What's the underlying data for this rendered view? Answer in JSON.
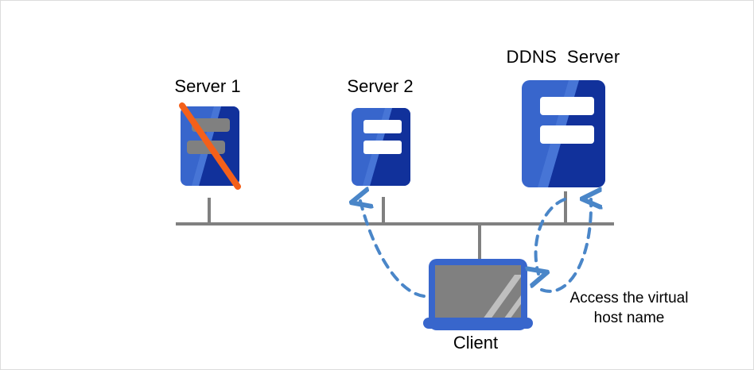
{
  "diagram": {
    "type": "network-topology",
    "title": "",
    "background_color": "#ffffff",
    "border_color": "#dcdcdc",
    "palette": {
      "server_blue_light": "#3866cc",
      "server_blue_dark": "#11319b",
      "disabled_gray": "#808080",
      "strike_orange": "#f4601a",
      "bus_line_gray": "#808080",
      "arrow_blue": "#4a86c8",
      "screen_gray": "#808080",
      "screen_stripe": "#bfbfbf",
      "text_black": "#000000"
    },
    "nodes": [
      {
        "id": "server1",
        "label": "Server 1",
        "kind": "server-icon",
        "state": "disabled",
        "bar_color": "#808080",
        "has_strikethrough": true,
        "strikethrough_color": "#f4601a"
      },
      {
        "id": "server2",
        "label": "Server 2",
        "kind": "server-icon",
        "state": "active",
        "bar_color": "#ffffff",
        "has_strikethrough": false
      },
      {
        "id": "ddns",
        "label": "DDNS  Server",
        "kind": "server-icon",
        "state": "active",
        "bar_color": "#ffffff",
        "has_strikethrough": false
      },
      {
        "id": "client",
        "label": "Client",
        "kind": "laptop-icon",
        "state": "active"
      }
    ],
    "bus": {
      "label": "",
      "color": "#808080",
      "orientation": "horizontal"
    },
    "annotations": [
      {
        "id": "access-virtual-host",
        "text": "Access the virtual\nhost name",
        "color": "#000000"
      }
    ],
    "flows": [
      {
        "id": "client-to-server2",
        "from": "client",
        "to": "server2",
        "style": "dashed-curved-arrow",
        "color": "#4a86c8"
      },
      {
        "id": "ddns-query-down",
        "from": "ddns",
        "to": "client",
        "style": "dashed-curved-arrow",
        "color": "#4a86c8"
      },
      {
        "id": "ddns-query-up",
        "from": "client",
        "to": "ddns",
        "style": "dashed-curved-arrow",
        "color": "#4a86c8"
      }
    ]
  }
}
